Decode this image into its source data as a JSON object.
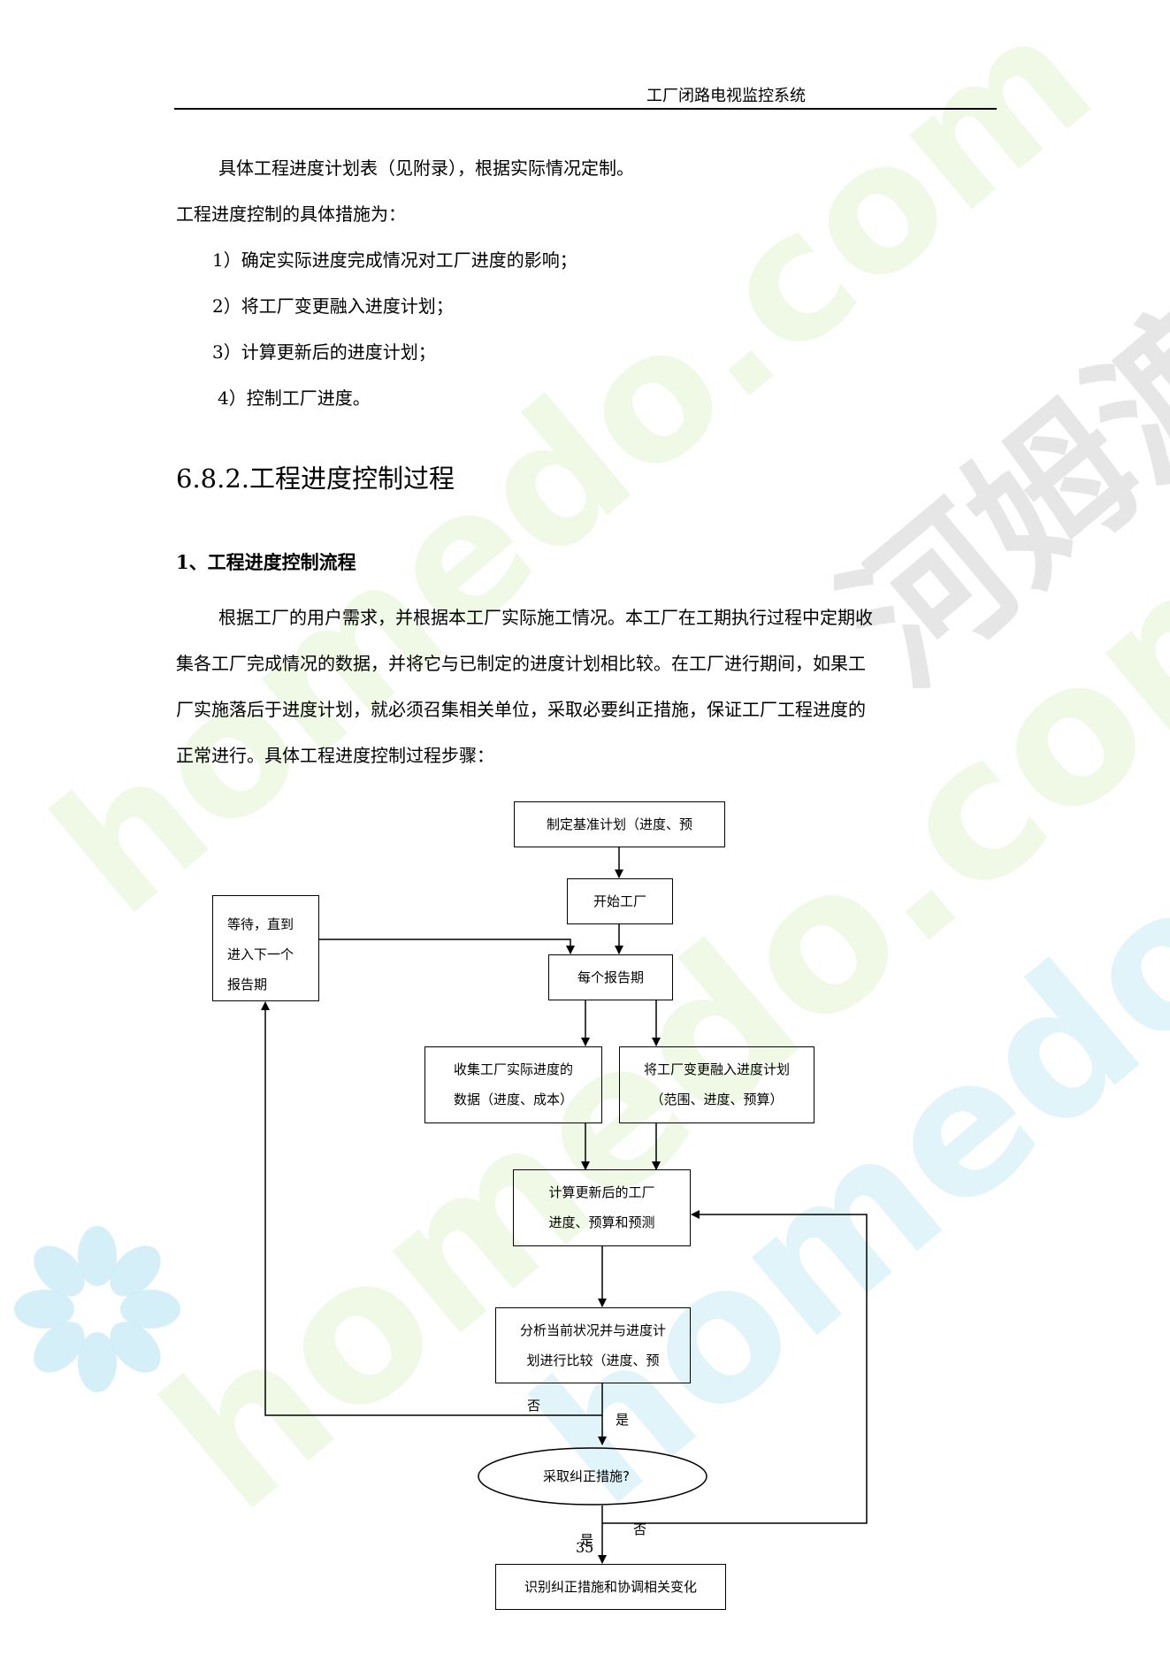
{
  "header": {
    "title": "工厂闭路电视监控系统"
  },
  "intro": {
    "line1": "具体工程进度计划表（见附录），根据实际情况定制。",
    "line2": "工程进度控制的具体措施为：",
    "items": [
      "1）确定实际进度完成情况对工厂进度的影响；",
      "2）将工厂变更融入进度计划；",
      "3）计算更新后的进度计划；",
      "4）控制工厂进度。"
    ]
  },
  "section": {
    "title": "6.8.2.工程进度控制过程"
  },
  "subsection": {
    "title": "1、工程进度控制流程"
  },
  "paragraph": {
    "lines": [
      "根据工厂的用户需求，并根据本工厂实际施工情况。本工厂在工期执行过程中定期收",
      "集各工厂完成情况的数据，并将它与已制定的进度计划相比较。在工厂进行期间，如果工",
      "厂实施落后于进度计划，就必须召集相关单位，采取必要纠正措施，保证工厂工程进度的",
      "正常进行。具体工程进度控制过程步骤："
    ]
  },
  "flowchart": {
    "baseline": "制定基准计划（进度、预",
    "start": "开始工厂",
    "wait": [
      "等待，直到",
      "进入下一个",
      "报告期"
    ],
    "period": "每个报告期",
    "collect": [
      "收集工厂实际进度的",
      "数据（进度、成本）"
    ],
    "change": [
      "将工厂变更融入进度计划",
      "（范围、进度、预算）"
    ],
    "compute": [
      "计算更新后的工厂",
      "进度、预算和预测"
    ],
    "analyze": [
      "分析当前状况并与进度计",
      "划进行比较（进度、预"
    ],
    "decision": "采取纠正措施?",
    "identify": "识别纠正措施和协调相关变化",
    "label_no_1": "否",
    "label_yes_1": "是",
    "label_no_2": "否",
    "label_yes_2": "是"
  },
  "page_number": "35",
  "watermark": {
    "site": "homedo.com",
    "brand": "河姆渡"
  }
}
